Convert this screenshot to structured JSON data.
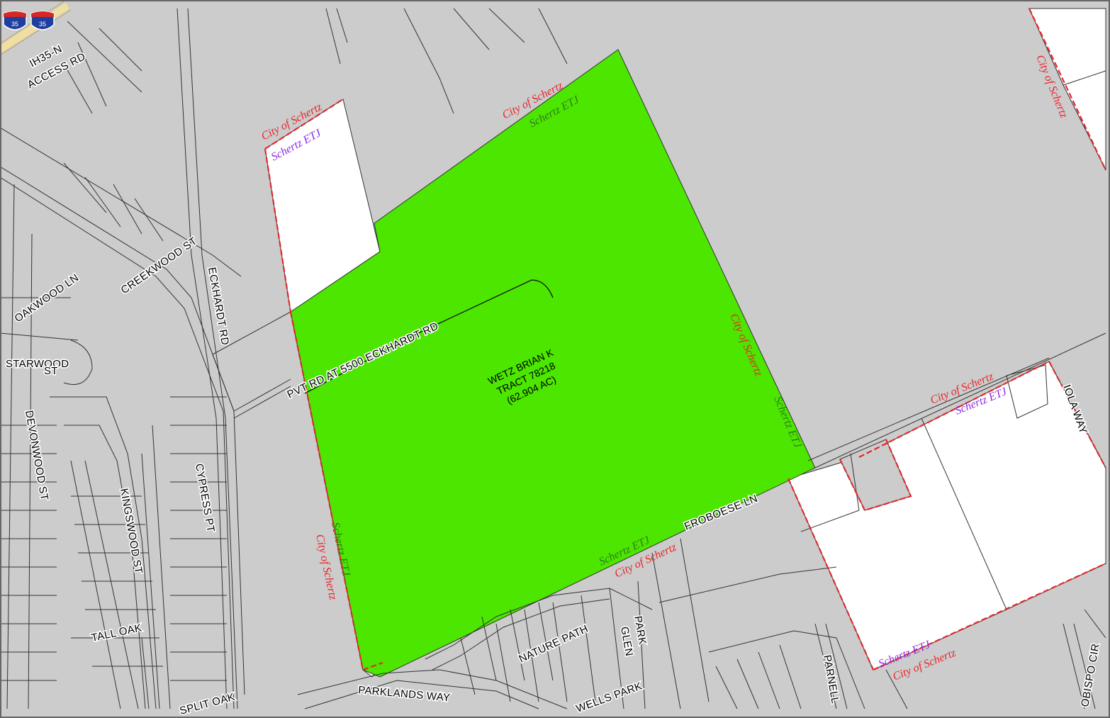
{
  "colors": {
    "parcel_gray": "#cccccc",
    "parcel_line": "#333333",
    "tract_fill": "#4ce600",
    "city_boundary": "#e8252a",
    "etj_purple": "#8a2be2",
    "etj_green": "#2e7d1f",
    "highway": "#f2dfa0"
  },
  "shields": [
    {
      "name": "interstate-shield",
      "number": "35"
    },
    {
      "name": "interstate-shield",
      "number": "35"
    }
  ],
  "tract": {
    "owner": "WETZ BRIAN K",
    "tract": "TRACT 78218",
    "area": "(62.904 AC)"
  },
  "roads": {
    "ih35_line1": "IH35-N",
    "ih35_line2": "ACCESS RD",
    "creekwood": "CREEKWOOD ST",
    "oakwood": "OAKWOOD LN",
    "starwood_1": "STARWOOD",
    "starwood_2": "ST",
    "eckhardt": "ECKHARDT RD",
    "pvt_rd": "PVT RD AT 5500 ECKHARDT RD",
    "devonwood": "DEVONWOOD ST",
    "kingswood": "KINGSWOOD ST",
    "cypress": "CYPRESS PT",
    "tall_oak": "TALL OAK",
    "split_oak": "SPLIT OAK",
    "parklands": "PARKLANDS WAY",
    "nature_path": "NATURE PATH",
    "park_glen_1": "PARK",
    "park_glen_2": "GLEN",
    "wells_park": "WELLS PARK",
    "parnell": "PARNELL",
    "froboese": "FROBOESE LN",
    "iola": "IOLA WAY",
    "obispo": "OBISPO CIR"
  },
  "boundary_labels": {
    "city": "City of Schertz",
    "etj": "Schertz ETJ"
  }
}
